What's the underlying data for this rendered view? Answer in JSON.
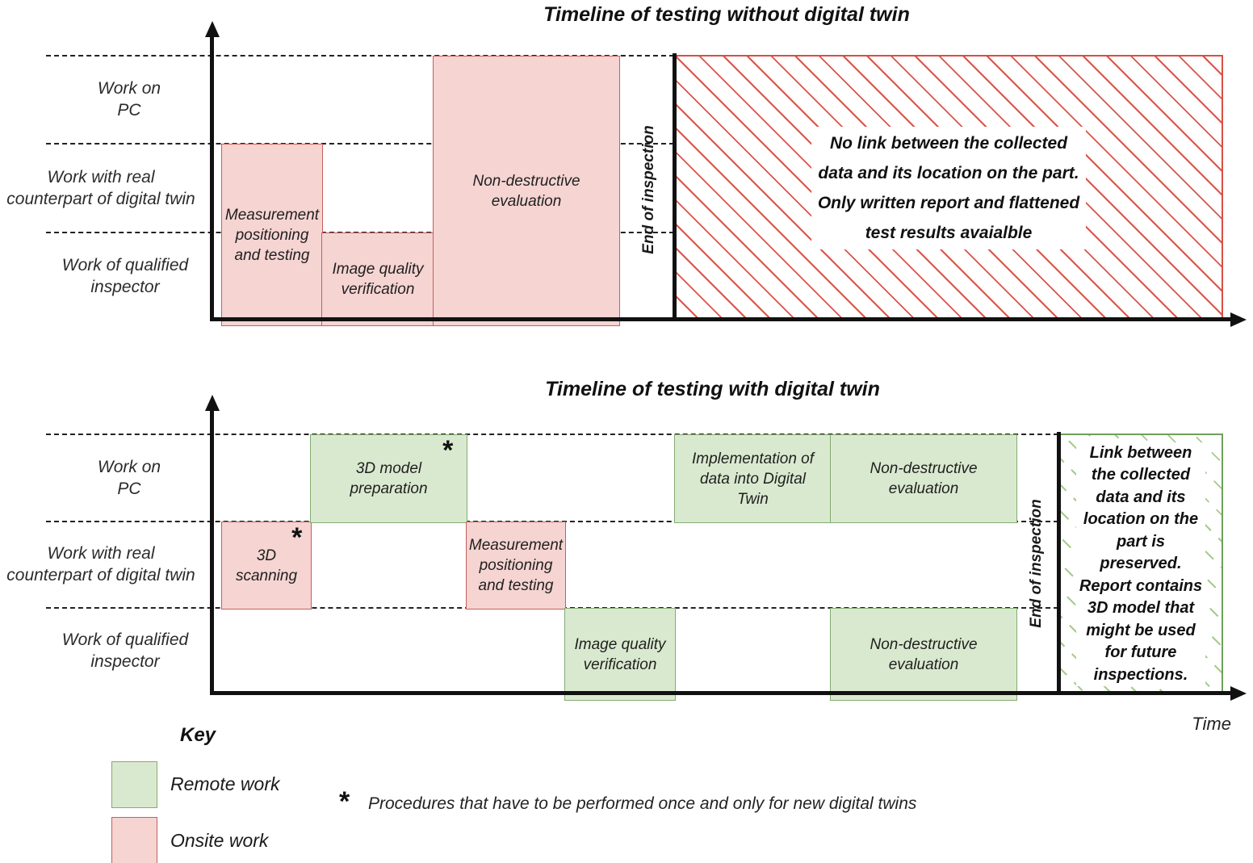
{
  "top_chart": {
    "title": "Timeline of testing without digital twin",
    "row_labels": [
      "Work on\nPC",
      "Work with real\ncounterpart of digital twin",
      "Work of qualified\ninspector"
    ],
    "boxes": {
      "measurement": "Measurement\npositioning\nand testing",
      "image_quality": "Image quality\nverification",
      "nde": "Non-destructive\nevaluation"
    },
    "end_of_inspection": "End of inspection",
    "hatch_note": "No link between the collected\ndata and its location on the part.\nOnly written report and flattened\ntest results avaialble"
  },
  "bottom_chart": {
    "title": "Timeline of testing with digital twin",
    "row_labels": [
      "Work on\nPC",
      "Work with real\ncounterpart of digital twin",
      "Work of qualified\ninspector"
    ],
    "boxes": {
      "scanning": "3D\nscanning",
      "model_prep": "3D model\npreparation",
      "measurement": "Measurement\npositioning\nand testing",
      "image_quality": "Image quality\nverification",
      "implementation": "Implementation of\ndata into Digital\nTwin",
      "nde_top": "Non-destructive\nevaluation",
      "nde_bottom": "Non-destructive\nevaluation"
    },
    "asterisk": "*",
    "end_of_inspection": "End of inspection",
    "hatch_note": "Link between\nthe collected\ndata and its\nlocation on the\npart is\npreserved.\nReport contains\n3D model that\nmight be used\nfor future\ninspections.",
    "time_label": "Time"
  },
  "key": {
    "title": "Key",
    "remote_label": "Remote work",
    "onsite_label": "Onsite work",
    "asterisk": "*",
    "footnote": "Procedures that have to be performed once and only for new digital twins"
  },
  "colors": {
    "onsite_fill": "#f5d4d2",
    "onsite_border": "#c4605c",
    "remote_fill": "#d9e9cf",
    "remote_border": "#85ab72",
    "red_hatch_line": "#dd5349",
    "green_hatch_line": "#a5cc8b"
  }
}
